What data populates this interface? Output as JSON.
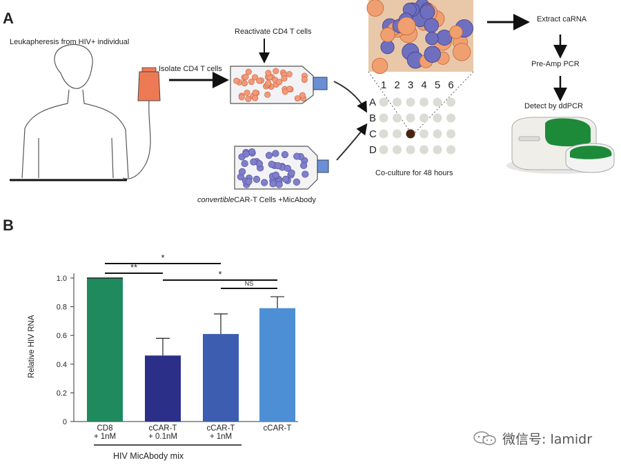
{
  "panel_a": {
    "label": "A",
    "leukapheresis": "Leukapheresis from HIV+ individual",
    "isolate": "Isolate CD4 T cells",
    "reactivate": "Reactivate CD4 T cells",
    "car_prefix": "convertible",
    "car_suffix": "CAR-T Cells +MicAbody",
    "coculture": "Co-culture for 48 hours",
    "extract": "Extract caRNA",
    "preamp": "Pre-Amp PCR",
    "detect": "Detect by ddPCR",
    "plate_columns": [
      "1",
      "2",
      "3",
      "4",
      "5",
      "6"
    ],
    "plate_rows": [
      "A",
      "B",
      "C",
      "D"
    ],
    "colors": {
      "bag": "#ee7a55",
      "cd4_cells": "#f29a7a",
      "car_cells": "#7f7fcc",
      "well": "#dcdcd6",
      "sample_well": "#4a2510",
      "instrument_green": "#1d8a3a"
    }
  },
  "panel_b": {
    "label": "B"
  },
  "chart_data": {
    "type": "bar",
    "categories": [
      "CD8\n+ 1nM",
      "cCAR-T\n+ 0.1nM",
      "cCAR-T\n+ 1nM",
      "cCAR-T"
    ],
    "values": [
      1.0,
      0.46,
      0.61,
      0.79
    ],
    "errors": [
      0.0,
      0.12,
      0.14,
      0.08
    ],
    "colors": [
      "#1f8a5e",
      "#2b2f88",
      "#3c5db0",
      "#4d8fd4"
    ],
    "ylabel": "Relative HIV RNA",
    "ylim": [
      0,
      1.0
    ],
    "yticks": [
      "0",
      "0.2",
      "0.4",
      "0.6",
      "0.8",
      "1.0"
    ],
    "group_label": "HIV MicAbody mix",
    "significance": [
      {
        "from": 0,
        "to": 2,
        "label": "*"
      },
      {
        "from": 0,
        "to": 1,
        "label": "**"
      },
      {
        "from": 1,
        "to": 3,
        "label": "*"
      },
      {
        "from": 2,
        "to": 3,
        "label": "NS"
      }
    ]
  },
  "watermark": {
    "text": "微信号: lamidr"
  }
}
